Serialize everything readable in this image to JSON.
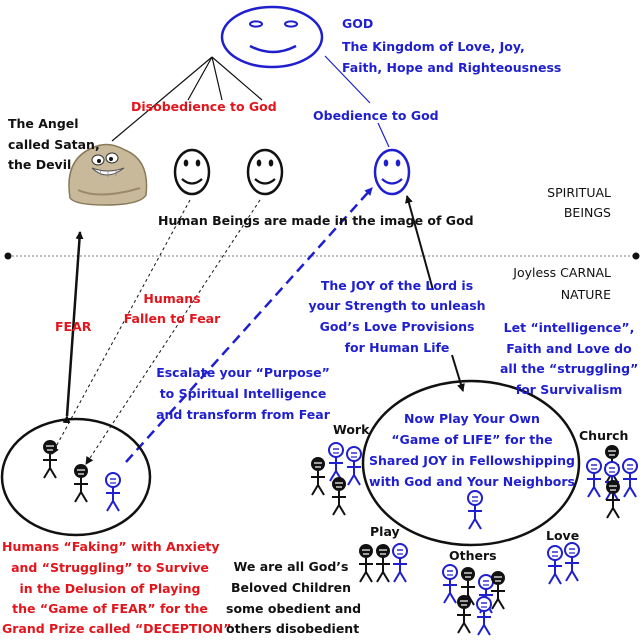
{
  "god": {
    "title": "GOD",
    "line1": "The Kingdom of Love, Joy,",
    "line2": "Faith, Hope and Righteousness"
  },
  "disobedience": "Disobedience to God",
  "obedience": "Obedience to God",
  "satan": {
    "line1": "The Angel",
    "line2": "called Satan,",
    "line3": "the Devil"
  },
  "image_of_god": "Human Beings are made in the image of  God",
  "spiritual": {
    "line1": "SPIRITUAL",
    "line2": "BEINGS"
  },
  "carnal": {
    "line1": "Joyless CARNAL",
    "line2": "NATURE"
  },
  "joy": {
    "line1": "The JOY of the Lord is",
    "line2": "your Strength to unleash",
    "line3": "God’s Love Provisions",
    "line4": "for Human Life"
  },
  "intelligence": {
    "line1": "Let “intelligence”,",
    "line2": "Faith and Love do",
    "line3": "all the “struggling”",
    "line4": "for Survivalism"
  },
  "fear": "FEAR",
  "fallen": {
    "line1": "Humans",
    "line2": "Fallen to Fear"
  },
  "escalate": {
    "line1": "Escalate your “Purpose”",
    "line2": "to Spiritual Intelligence",
    "line3": "and transform from Fear"
  },
  "game_of_life": {
    "line1": "Now Play Your Own",
    "line2": "“Game of LIFE” for the",
    "line3": "Shared JOY in Fellowshipping",
    "line4": "with God and Your Neighbors"
  },
  "groups": {
    "work": "Work",
    "church": "Church",
    "play": "Play",
    "others": "Others",
    "love": "Love"
  },
  "faking": {
    "line1": "Humans “Faking” with Anxiety",
    "line2": "and “Struggling” to Survive",
    "line3": "in the Delusion of Playing",
    "line4": "the “Game of FEAR” for the",
    "line5": "Grand Prize called “DECEPTION”"
  },
  "children": {
    "line1": "We are all God’s",
    "line2": "Beloved Children",
    "line3": "some obedient and",
    "line4": "others disobedient"
  },
  "colors": {
    "blue": "#1f1fcf",
    "red": "#e3151c",
    "black": "#111111"
  },
  "icons": [
    "god-face-icon",
    "devil-rock-icon",
    "smiley-face-icon",
    "stick-figure-icon"
  ]
}
